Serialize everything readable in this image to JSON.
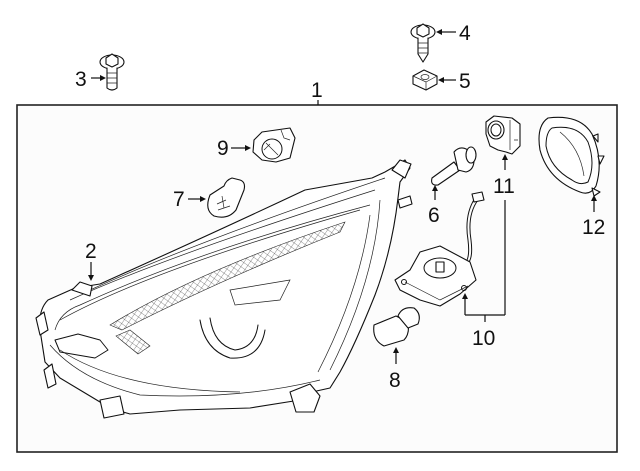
{
  "diagram": {
    "subject": "Headlamp assembly exploded parts view",
    "colors": {
      "line": "#111111",
      "background": "#ffffff",
      "frame_fill": "#fcfcfc"
    },
    "callouts": [
      {
        "id": "1",
        "label": "1",
        "part": "headlamp-assembly"
      },
      {
        "id": "2",
        "label": "2",
        "part": "headlamp-mount-tab"
      },
      {
        "id": "3",
        "label": "3",
        "part": "flange-bolt"
      },
      {
        "id": "4",
        "label": "4",
        "part": "tapping-screw"
      },
      {
        "id": "5",
        "label": "5",
        "part": "clip-nut"
      },
      {
        "id": "6",
        "label": "6",
        "part": "hid-bulb"
      },
      {
        "id": "7",
        "label": "7",
        "part": "turn-signal-bulb"
      },
      {
        "id": "8",
        "label": "8",
        "part": "side-marker-bulb"
      },
      {
        "id": "9",
        "label": "9",
        "part": "bulb-socket"
      },
      {
        "id": "10",
        "label": "10",
        "part": "ballast-with-harness"
      },
      {
        "id": "11",
        "label": "11",
        "part": "igniter-connector"
      },
      {
        "id": "12",
        "label": "12",
        "part": "rear-dust-cover"
      }
    ]
  }
}
